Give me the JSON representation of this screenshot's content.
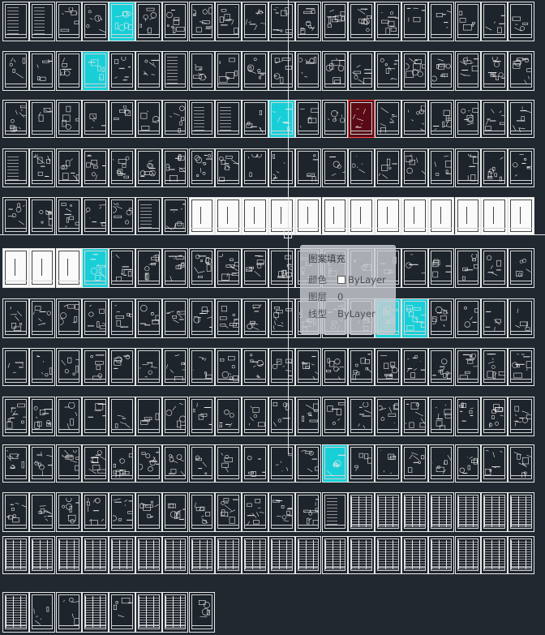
{
  "viewport": {
    "name": "AutoCAD drawing canvas",
    "background": "#212830"
  },
  "tooltip": {
    "title": "图案填充",
    "rows": [
      {
        "key": "颜色",
        "value": "ByLayer",
        "swatch": "white"
      },
      {
        "key": "图层",
        "value": "0"
      },
      {
        "key": "线型",
        "value": "ByLayer"
      }
    ]
  },
  "colors": {
    "highlight": "#18cfd8",
    "selected_red": "#ff4a4a",
    "sheet_line": "#e8e8e8"
  },
  "icons": {
    "cursor": "crosshair-cursor-icon"
  }
}
